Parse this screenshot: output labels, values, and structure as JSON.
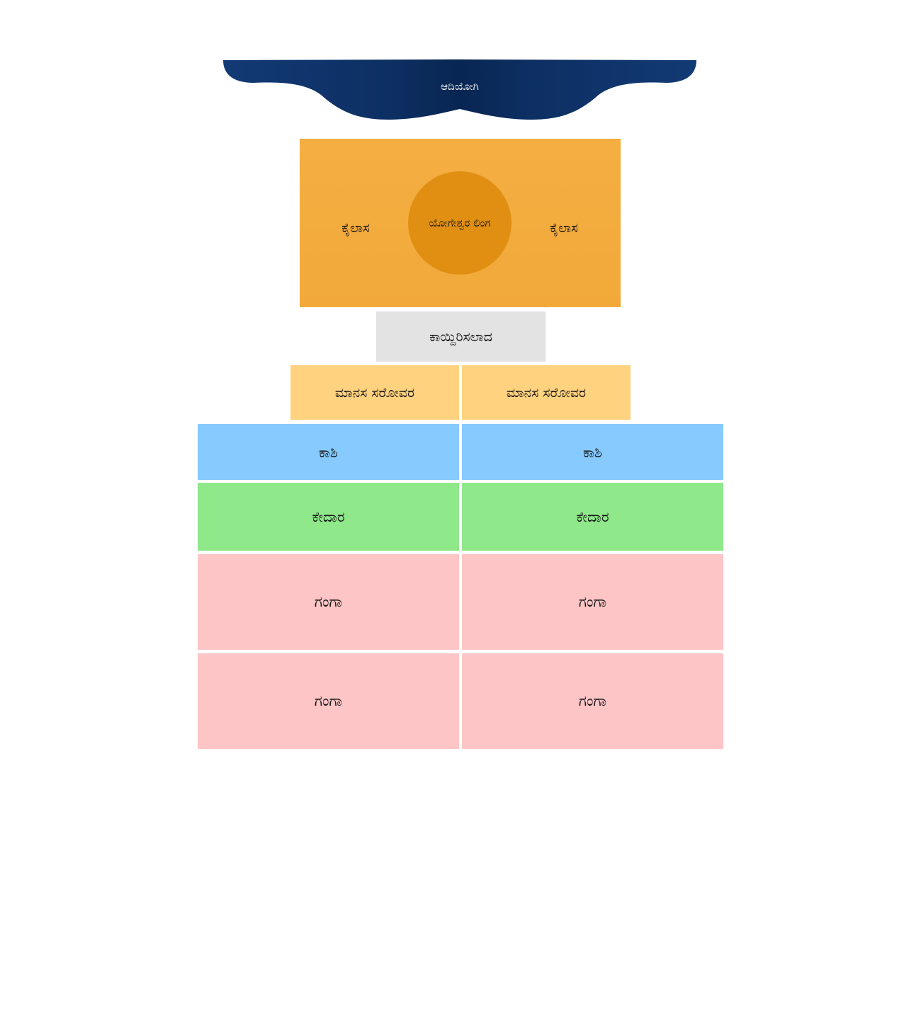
{
  "banner": {
    "title": "ಆದಿಯೋಗಿ"
  },
  "panel": {
    "left_label": "ಕೈಲಾಸ",
    "center_label": "ಯೋಗೇಶ್ವರ ಲಿಂಗ",
    "right_label": "ಕೈಲಾಸ"
  },
  "grey_box": {
    "label": "ಕಾಯ್ದಿರಿಸಲಾದ"
  },
  "lakes": [
    "ಮಾನಸ ಸರೋವರ",
    "ಮಾನಸ ಸರೋವರ"
  ],
  "rows": {
    "kashi": [
      "ಕಾಶಿ",
      "ಕಾಶಿ"
    ],
    "kedar": [
      "ಕೇದಾರ",
      "ಕೇದಾರ"
    ],
    "ganga_1": [
      "ಗಂಗಾ",
      "ಗಂಗಾ"
    ],
    "ganga_2": [
      "ಗಂಗಾ",
      "ಗಂಗಾ"
    ]
  },
  "colors": {
    "banner_dark": "#0a2a5c",
    "banner_light": "#123a74",
    "panel": "#f3ab3e",
    "circle": "#e08f12",
    "grey": "#e3e3e3",
    "lake": "#ffd27f",
    "kashi": "#87cafd",
    "kedar": "#8fe88a",
    "ganga": "#fdc5c6"
  }
}
